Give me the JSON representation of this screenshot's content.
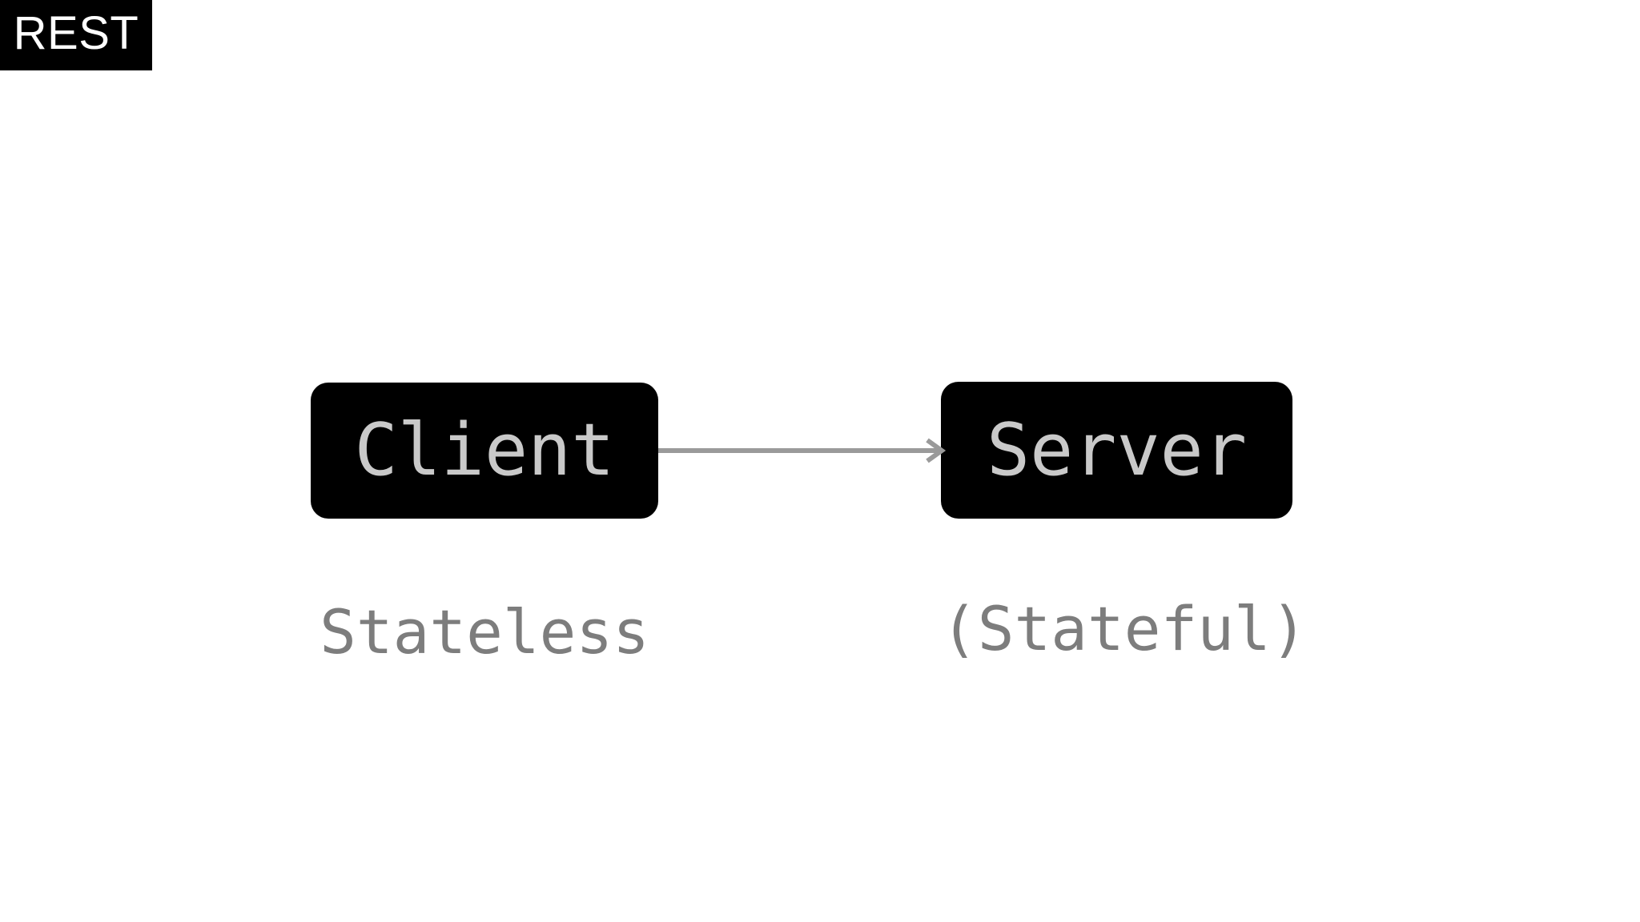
{
  "slide": {
    "background_color": "#ffffff",
    "badge": {
      "label": "REST",
      "background_color": "#000000",
      "text_color": "#ffffff"
    }
  },
  "diagram": {
    "type": "flow",
    "node_fill_color": "#000000",
    "node_text_color": "#c9c9c9",
    "caption_text_color": "#7d7d7d",
    "connector_color": "#9a9a9a",
    "nodes": [
      {
        "id": "client",
        "label": "Client",
        "caption": "Stateless"
      },
      {
        "id": "server",
        "label": "Server",
        "caption": "(Stateful)"
      }
    ],
    "edges": [
      {
        "from": "client",
        "to": "server",
        "label": "",
        "arrowhead": "open-chevron",
        "direction": "right"
      }
    ]
  }
}
